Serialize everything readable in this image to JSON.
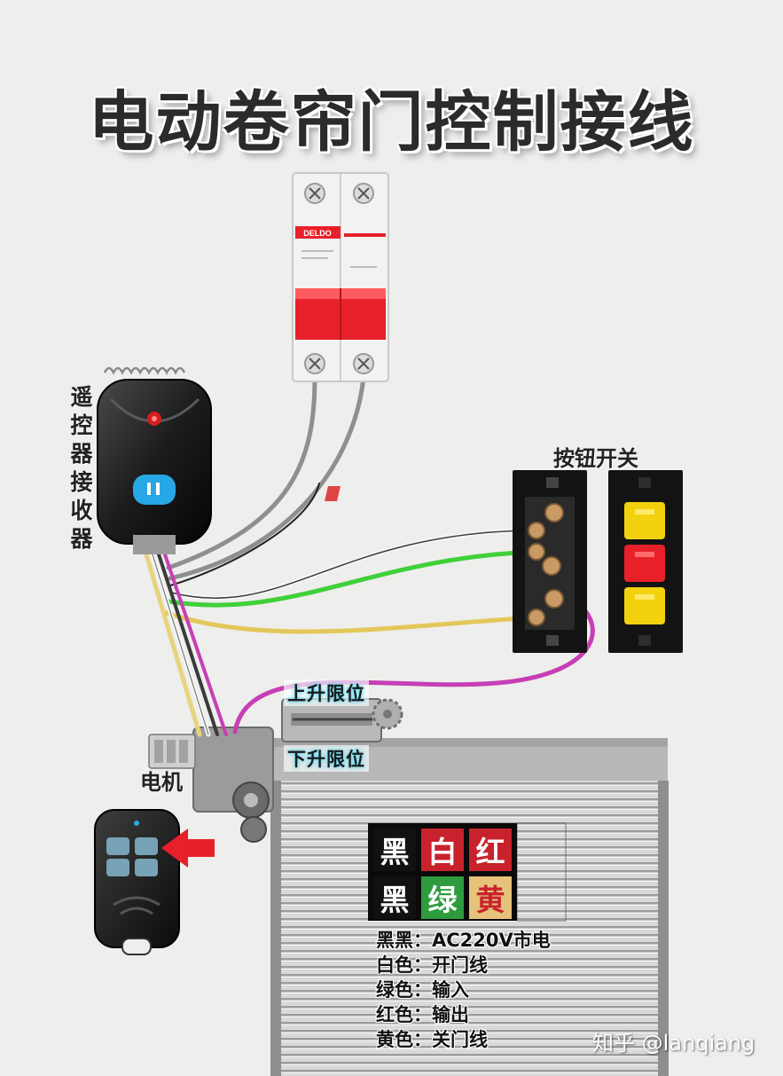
{
  "title": "电动卷帘门控制接线",
  "receiver_label": [
    "遥",
    "控",
    "器",
    "接",
    "收",
    "器"
  ],
  "switch_label": "按钮开关",
  "motor_label": "电机",
  "limit_up_label": "上升限位",
  "limit_down_label": "下升限位",
  "breaker_brand": "DELDO",
  "legend": {
    "cells": [
      {
        "text": "黑",
        "bg": "#111111",
        "fg": "#ffffff"
      },
      {
        "text": "白",
        "bg": "#c8232c",
        "fg": "#ffffff"
      },
      {
        "text": "红",
        "bg": "#c8232c",
        "fg": "#ffffff"
      },
      {
        "text": "黑",
        "bg": "#111111",
        "fg": "#ffffff"
      },
      {
        "text": "绿",
        "bg": "#2e9b3e",
        "fg": "#ffffff"
      },
      {
        "text": "黄",
        "bg": "#e6c27a",
        "fg": "#c8232c"
      }
    ]
  },
  "notes": [
    "黑黑：AC220V市电",
    "白色：开门线",
    "绿色：输入",
    "红色：输出",
    "黄色：关门线"
  ],
  "watermark": "知乎 @lanqiang",
  "colors": {
    "background": "#eeeeec",
    "wire_black": "#2a2a2a",
    "wire_white": "#f4f4f4",
    "wire_green": "#3fd03a",
    "wire_red": "#d94b4b",
    "wire_yellow": "#e4c75a",
    "wire_magenta": "#c63fb5",
    "breaker_red": "#e8202a",
    "button_yellow": "#f2d10f",
    "button_red": "#e8202a"
  },
  "icons": [
    "antenna-spring-icon",
    "receiver-led-icon",
    "remote-arrow-icon",
    "gear-icon"
  ]
}
